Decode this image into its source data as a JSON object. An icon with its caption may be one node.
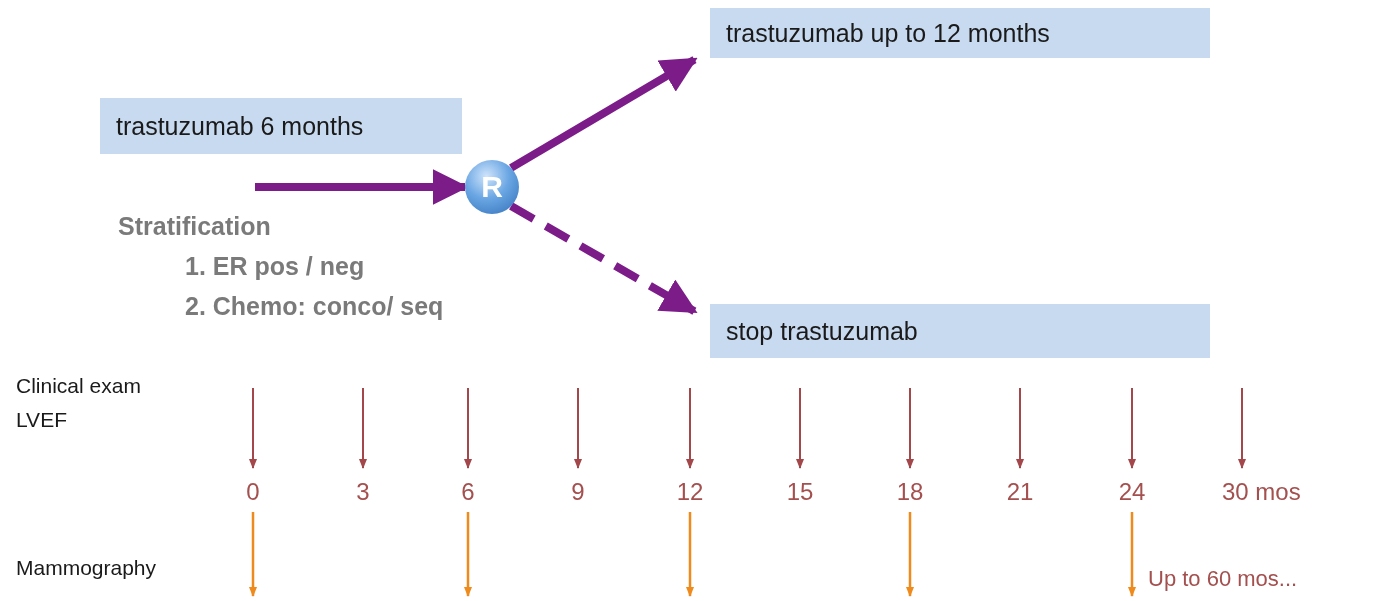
{
  "diagram": {
    "nodes": [
      {
        "text": [
          "trastuzumab 6 months"
        ]
      },
      {
        "text": [
          "R"
        ]
      },
      {
        "text": [
          "trastuzumab up to 12 months"
        ]
      },
      {
        "text": [
          "stop trastuzumab"
        ]
      }
    ],
    "edges": [
      {
        "from": null,
        "to": 1,
        "arrow": "to"
      },
      {
        "from": 1,
        "to": 2,
        "arrow": "to"
      },
      {
        "from": 1,
        "to": 3,
        "arrow": "to",
        "style": "dashed"
      }
    ],
    "labels": [
      "Stratification",
      "1. ER  pos / neg",
      "2. Chemo: conco/ seq",
      "Clinical exam",
      "LVEF",
      "0",
      "3",
      "6",
      "9",
      "12",
      "15",
      "18",
      "21",
      "24",
      "30 mos",
      "Mammography",
      "Up to 60 mos..."
    ]
  }
}
